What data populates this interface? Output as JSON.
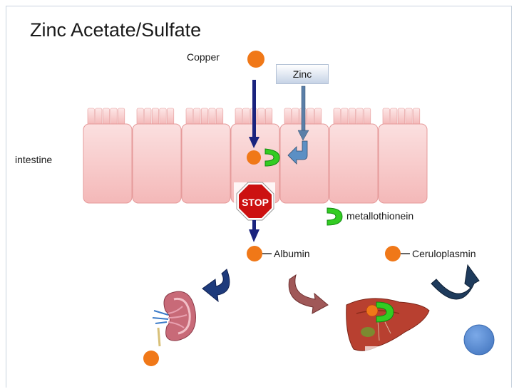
{
  "slide": {
    "title": "Zinc Acetate/Sulfate"
  },
  "labels": {
    "copper": "Copper",
    "zinc": "Zinc",
    "intestine": "intestine",
    "stop": "STOP",
    "metallothionein": "metallothionein",
    "albumin": "Albumin",
    "ceruloplasmin": "Ceruloplasmin"
  },
  "colors": {
    "copper": "#f07818",
    "metallothionein": "#33cc22",
    "intestine_cell": "#f8c8c8",
    "arrow_navy": "#1a237e",
    "stop_red": "#cc1111",
    "liver": "#b84030",
    "return_arrow": "#1e3b5c",
    "liver_arrow": "#a05050",
    "accent_circle": "#5b8fd6"
  },
  "icons": [
    "kidney-image",
    "liver-image",
    "stop-sign-icon"
  ]
}
